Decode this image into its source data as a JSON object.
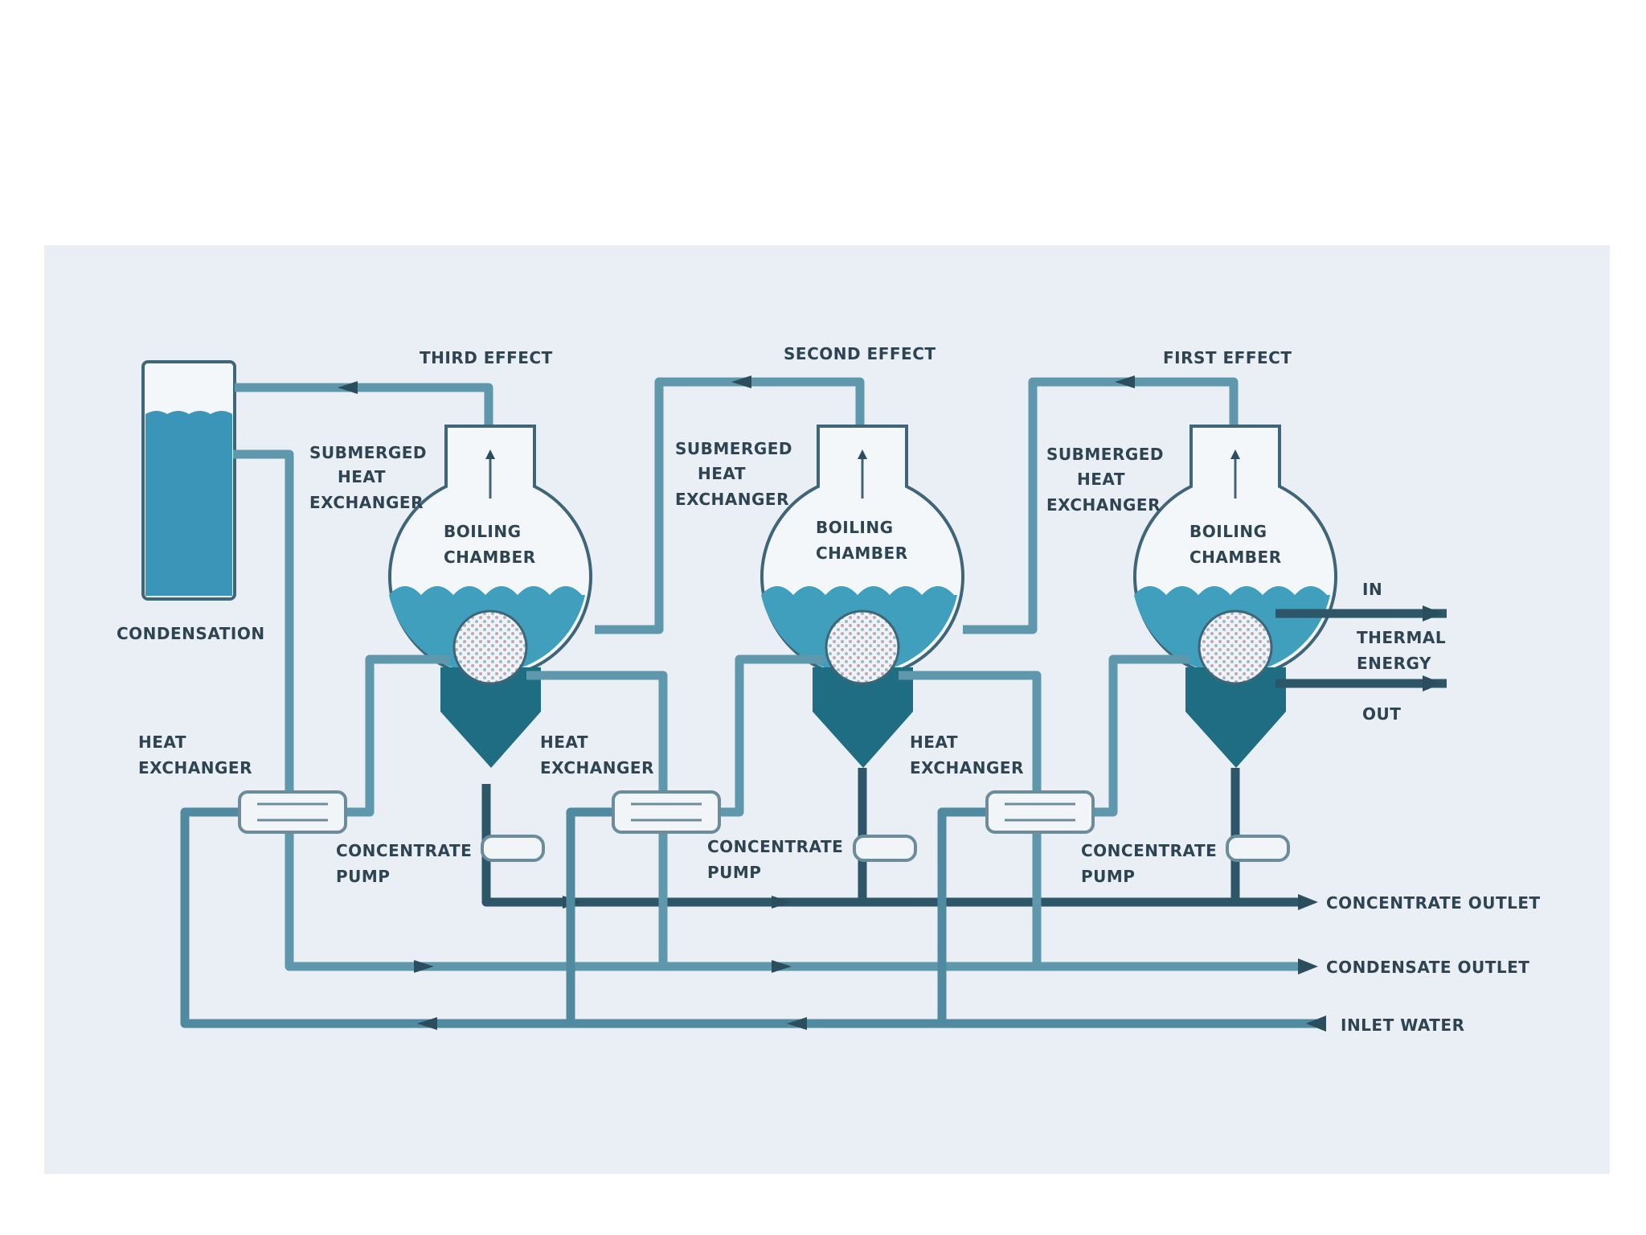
{
  "diagram": {
    "effects": [
      {
        "title": "THIRD EFFECT",
        "exchanger": [
          "SUBMERGED",
          "HEAT",
          "EXCHANGER"
        ],
        "chamber": [
          "BOILING",
          "CHAMBER"
        ],
        "heat_exchanger": [
          "HEAT",
          "EXCHANGER"
        ],
        "pump": [
          "CONCENTRATE",
          "PUMP"
        ]
      },
      {
        "title": "SECOND EFFECT",
        "exchanger": [
          "SUBMERGED",
          "HEAT",
          "EXCHANGER"
        ],
        "chamber": [
          "BOILING",
          "CHAMBER"
        ],
        "heat_exchanger": [
          "HEAT",
          "EXCHANGER"
        ],
        "pump": [
          "CONCENTRATE",
          "PUMP"
        ]
      },
      {
        "title": "FIRST EFFECT",
        "exchanger": [
          "SUBMERGED",
          "HEAT",
          "EXCHANGER"
        ],
        "chamber": [
          "BOILING",
          "CHAMBER"
        ],
        "heat_exchanger": [
          "HEAT",
          "EXCHANGER"
        ],
        "pump": [
          "CONCENTRATE",
          "PUMP"
        ]
      }
    ],
    "condensation_label": "CONDENSATION",
    "thermal_energy": {
      "in": "IN",
      "line1": "THERMAL",
      "line2": "ENERGY",
      "out": "OUT"
    },
    "outlets": {
      "concentrate": "CONCENTRATE OUTLET",
      "condensate": "CONDENSATE OUTLET",
      "inlet": "INLET WATER"
    },
    "colors": {
      "panel": "#e9eff5",
      "liquid": "#3f9fbd",
      "cone": "#1f6d82",
      "pipe_light": "#5f97ad",
      "pipe_dark": "#2d5668",
      "text": "#2f4452"
    }
  }
}
